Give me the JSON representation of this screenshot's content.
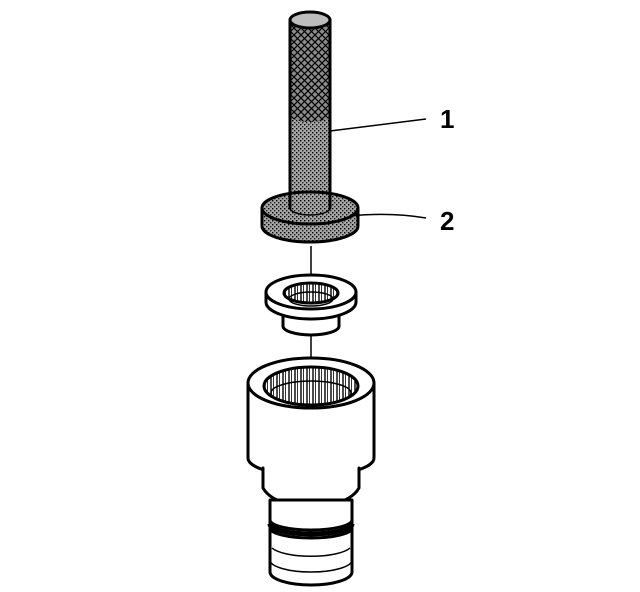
{
  "callouts": [
    {
      "id": "callout-1",
      "label": "1"
    },
    {
      "id": "callout-2",
      "label": "2"
    }
  ],
  "colors": {
    "ink": "#000000",
    "background": "#ffffff",
    "part_fill": "#ffffff",
    "knurl_fill": "#9a9a9a"
  },
  "icons": {
    "tool": "installer-tool-icon",
    "bearing": "bearing-icon",
    "housing": "housing-icon"
  }
}
